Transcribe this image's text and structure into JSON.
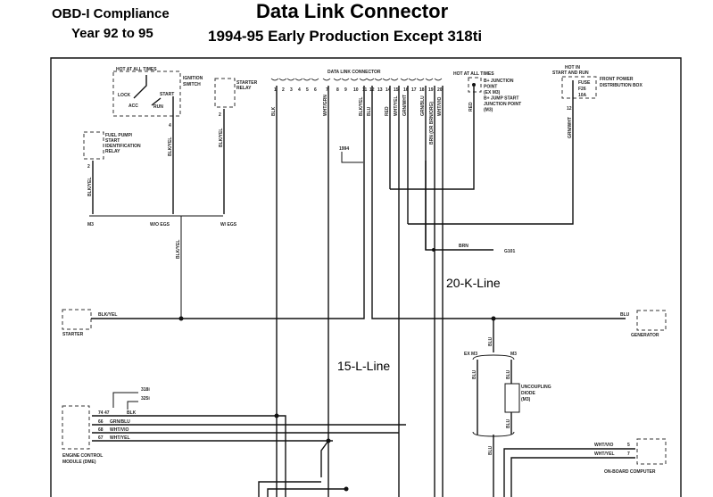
{
  "header": {
    "left_line1": "OBD-I Compliance",
    "left_line2": "Year 92 to 95",
    "title": "Data Link Connector",
    "subtitle": "1994-95 Early Production Except 318ti"
  },
  "annotations": {
    "k_line": "20-K-Line",
    "l_line": "15-L-Line"
  },
  "components": {
    "hot_all_times": "HOT AT ALL TIMES",
    "ignition_switch": [
      "IGNITION",
      "SWITCH"
    ],
    "ign_positions": {
      "lock": "LOCK",
      "acc": "ACC",
      "run": "RUN",
      "start": "START"
    },
    "starter_relay": [
      "STARTER",
      "RELAY"
    ],
    "fuel_pump_relay": [
      "FUEL PUMP/",
      "START",
      "IDENTIFICATION",
      "RELAY"
    ],
    "dlc": "DATA LINK CONNECTOR",
    "b_junction_hot": "HOT AT ALL TIMES",
    "b_junction": [
      "B+ JUNCTION",
      "POINT",
      "(EX M3)",
      "B+ JUMP START",
      "JUNCTION POINT",
      "(M3)"
    ],
    "hot_in": [
      "HOT IN",
      "START AND RUN"
    ],
    "fuse": [
      "FUSE",
      "F26",
      "10A"
    ],
    "front_power": [
      "FRONT POWER",
      "DISTRIBUTION BOX"
    ],
    "label_1994": "1994",
    "ground": "G101",
    "starter": "STARTER",
    "generator": "GENERATOR",
    "ecm": [
      "ENGINE CONTROL",
      "MODULE (DME)"
    ],
    "ecm_variants": [
      "318i",
      "325i"
    ],
    "diode": [
      "UNCOUPLING",
      "DIODE",
      "(M3)"
    ],
    "onboard": "ON-BOARD COMPUTER",
    "options": {
      "m3": "M3",
      "wo_egs": "W/O EGS",
      "w_egs": "W/ EGS",
      "ex_m3": "EX M3",
      "m3b": "M3"
    }
  },
  "dlc_pins": [
    "1",
    "2",
    "3",
    "4",
    "5",
    "6",
    "7",
    "8",
    "9",
    "10",
    "11",
    "12",
    "13",
    "14",
    "15",
    "16",
    "17",
    "18",
    "19",
    "20"
  ],
  "wire_colors": {
    "pin1": "BLK",
    "pin7": "WHT/GRN",
    "pin11": "BLK/YEL",
    "pin12": "BLU",
    "pin14": "RED",
    "pin15": "WHT/YEL",
    "pin16": "GRN/WHT",
    "pin18": "GRN/BLU",
    "pin19": "BRN (OR BRN/ORG)",
    "pin20": "WHT/VIO",
    "bjunction": "RED",
    "fuse": "GRN/WHT",
    "fuse_pin": "12",
    "ign": "BLK/YEL",
    "ign_pin": "4",
    "starter_relay": "BLK/YEL",
    "starter_relay_pin": "2",
    "fuel_relay": "BLK/YEL",
    "fuel_relay_pin": "2",
    "egs": "BLK/YEL",
    "starter": "BLK/YEL",
    "ground": "BRN",
    "generator": "BLU",
    "blu1": "BLU",
    "blu2": "BLU",
    "blu3": "BLU",
    "blu4": "BLU",
    "blu5": "BLU"
  },
  "ecm_wires": [
    {
      "pins": "74   47",
      "color": "BLK"
    },
    {
      "pins": "66",
      "color": "GRN/BLU"
    },
    {
      "pins": "68",
      "color": "WHT/VIO"
    },
    {
      "pins": "67",
      "color": "WHT/YEL"
    }
  ],
  "onboard_wires": [
    {
      "color": "WHT/VIO",
      "pin": "5"
    },
    {
      "color": "WHT/YEL",
      "pin": "7"
    }
  ]
}
